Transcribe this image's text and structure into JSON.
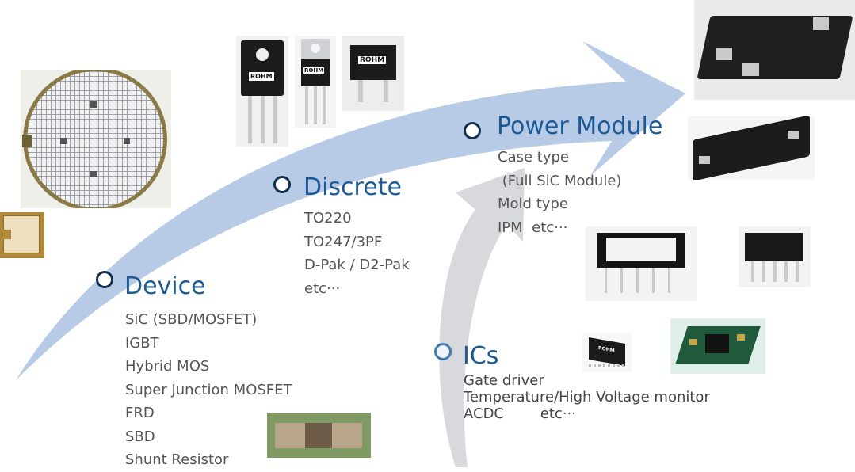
{
  "sections": {
    "device": {
      "title": "Device",
      "items": [
        "SiC (SBD/MOSFET)",
        "IGBT",
        "Hybrid MOS",
        "Super Junction MOSFET",
        "FRD",
        "SBD",
        "Shunt Resistor"
      ]
    },
    "discrete": {
      "title": "Discrete",
      "items": [
        "TO220",
        "TO247/3PF",
        "D-Pak / D2-Pak",
        "etc···"
      ]
    },
    "power_module": {
      "title": "Power Module",
      "items": [
        "Case type",
        " (Full SiC Module)",
        "Mold type",
        "IPM  etc···"
      ]
    },
    "ics": {
      "title": "ICs",
      "items": [
        "Gate driver",
        "Temperature/High Voltage monitor",
        "ACDC        etc···"
      ]
    }
  },
  "brand_labels": [
    "ROHM",
    "ROHM",
    "ROHM",
    "ROHM"
  ],
  "colors": {
    "main_arrow": "#b7cbe6",
    "secondary_arrow": "#d7d9dc",
    "heading": "#1b5a96",
    "list_text": "#555555"
  },
  "icons": [
    "wafer-image",
    "chip-die-image",
    "to247-package-image",
    "to220-package-image",
    "dpak-package-image",
    "power-module-image",
    "case-type-module-image",
    "mold-type-module-image",
    "ipm-module-image",
    "ic-chip-image",
    "ic-board-image",
    "shunt-resistor-image"
  ]
}
